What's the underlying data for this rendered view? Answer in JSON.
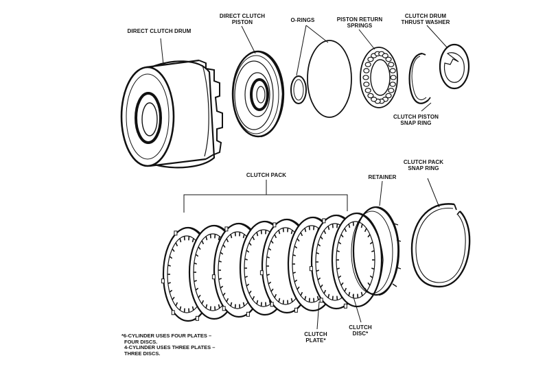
{
  "labels": {
    "direct_clutch_drum": "DIRECT CLUTCH DRUM",
    "direct_clutch_piston_1": "DIRECT CLUTCH",
    "direct_clutch_piston_2": "PISTON",
    "o_rings": "O-RINGS",
    "piston_return_springs_1": "PISTON RETURN",
    "piston_return_springs_2": "SPRINGS",
    "thrust_washer_1": "CLUTCH DRUM",
    "thrust_washer_2": "THRUST WASHER",
    "piston_snap_ring_1": "CLUTCH PISTON",
    "piston_snap_ring_2": "SNAP RING",
    "clutch_pack": "CLUTCH PACK",
    "retainer": "RETAINER",
    "pack_snap_ring_1": "CLUTCH PACK",
    "pack_snap_ring_2": "SNAP RING",
    "clutch_plate_1": "CLUTCH",
    "clutch_plate_2": "PLATE*",
    "clutch_disc_1": "CLUTCH",
    "clutch_disc_2": "DISC*"
  },
  "footnote": {
    "line1": "*6-CYLINDER USES FOUR PLATES –",
    "line2": "FOUR DISCS.",
    "line3": "4-CYLINDER USES THREE PLATES –",
    "line4": "THREE DISCS."
  }
}
